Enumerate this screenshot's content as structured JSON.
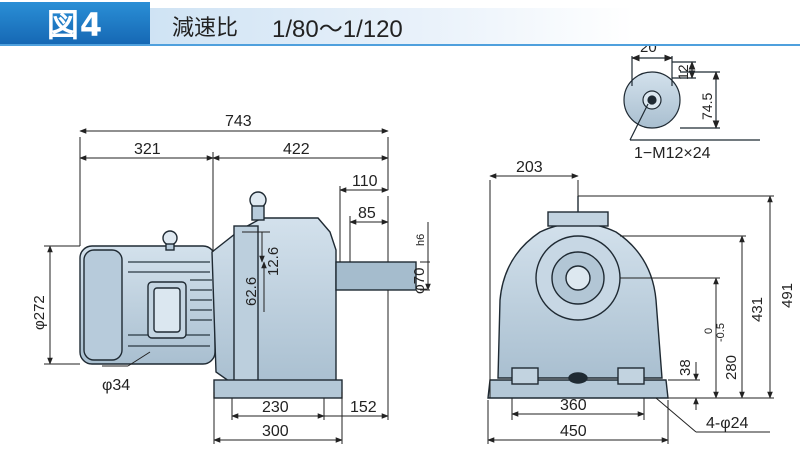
{
  "header": {
    "figure_label": "図4",
    "title": "減速比",
    "ratio": "1/80～1/120"
  },
  "dimensions": {
    "overall_length": "743",
    "motor_section": "321",
    "reducer_section": "422",
    "shaft_length": "110",
    "key_length": "85",
    "shaft_diameter": "φ70",
    "shaft_tolerance": "h6",
    "motor_diameter": "φ272",
    "conduit_diameter": "φ34",
    "shaft_center_offset": "12.6",
    "shaft_center_height": "62.6",
    "base_inner_length": "230",
    "base_outer_length": "300",
    "base_end_offset": "152",
    "front_half_width": "203",
    "front_inner_width": "360",
    "front_outer_width": "450",
    "shaft_height": "431",
    "overall_height": "491",
    "shaft_center_height_tol": "280",
    "tol_upper": "0",
    "tol_lower": "-0.5",
    "base_thickness": "38",
    "mount_holes": "4-φ24",
    "key_width": "20",
    "key_depth": "12",
    "key_height": "74.5",
    "tapped_hole": "1−M12×24"
  }
}
